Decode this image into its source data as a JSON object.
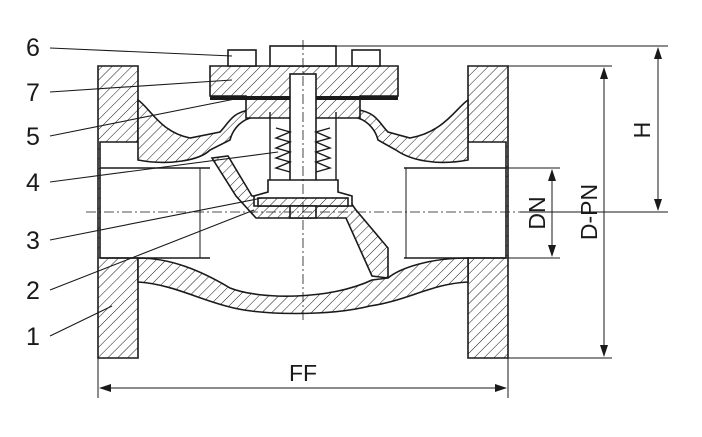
{
  "callouts": [
    {
      "id": "6",
      "label": "6"
    },
    {
      "id": "7",
      "label": "7"
    },
    {
      "id": "5",
      "label": "5"
    },
    {
      "id": "4",
      "label": "4"
    },
    {
      "id": "3",
      "label": "3"
    },
    {
      "id": "2",
      "label": "2"
    },
    {
      "id": "1",
      "label": "1"
    }
  ],
  "dimensions": {
    "ff": "FF",
    "h": "H",
    "dn": "DN",
    "dpn": "D-PN"
  }
}
